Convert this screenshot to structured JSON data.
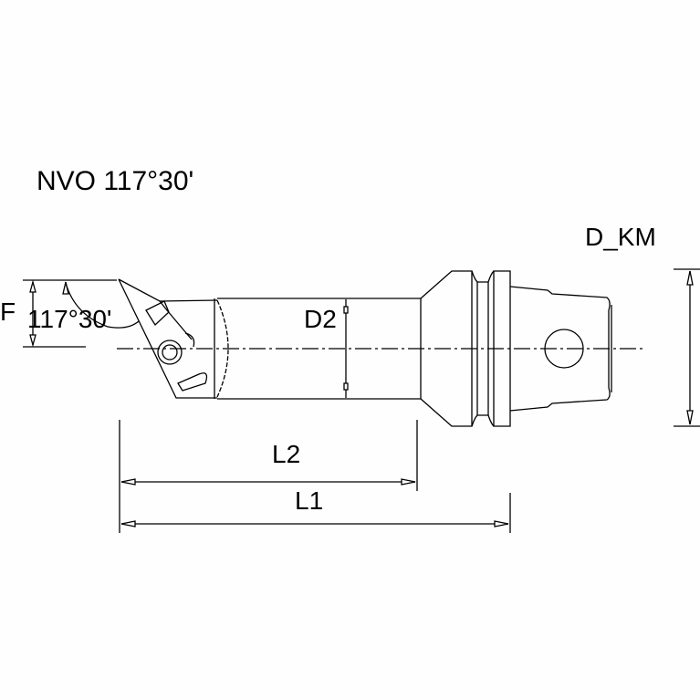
{
  "drawing": {
    "title": "NVO 117°30'",
    "labels": {
      "d_km": "D_KM",
      "f": "F",
      "angle": "117°30'",
      "d2": "D2",
      "l2": "L2",
      "l1": "L1"
    },
    "colors": {
      "line": "#000000",
      "background": "#fefefe"
    }
  }
}
